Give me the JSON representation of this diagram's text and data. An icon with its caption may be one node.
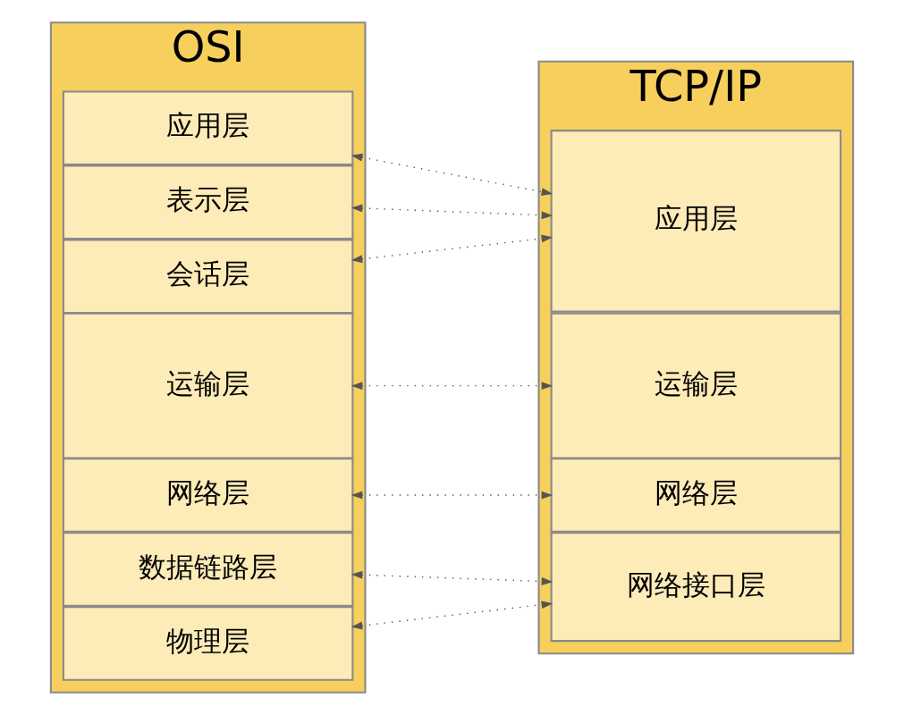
{
  "diagram": {
    "nodes": [
      {
        "text": [
          "OSI"
        ]
      },
      {
        "text": [
          "应用层"
        ],
        "in": 0
      },
      {
        "text": [
          "表示层"
        ],
        "in": 0
      },
      {
        "text": [
          "会话层"
        ],
        "in": 0
      },
      {
        "text": [
          "运输层"
        ],
        "in": 0
      },
      {
        "text": [
          "网络层"
        ],
        "in": 0
      },
      {
        "text": [
          "数据链路层"
        ],
        "in": 0
      },
      {
        "text": [
          "物理层"
        ],
        "in": 0
      },
      {
        "text": [
          "TCP/IP"
        ]
      },
      {
        "text": [
          "应用层"
        ],
        "in": 8
      },
      {
        "text": [
          "运输层"
        ],
        "in": 8
      },
      {
        "text": [
          "网络层"
        ],
        "in": 8
      },
      {
        "text": [
          "网络接口层"
        ],
        "in": 8
      }
    ],
    "edges": [
      {
        "from": 1,
        "to": 9,
        "arrow": "both",
        "style": "dashed"
      },
      {
        "from": 2,
        "to": 9,
        "arrow": "both",
        "style": "dashed"
      },
      {
        "from": 3,
        "to": 9,
        "arrow": "both",
        "style": "dashed"
      },
      {
        "from": 4,
        "to": 10,
        "arrow": "both",
        "style": "dashed"
      },
      {
        "from": 5,
        "to": 11,
        "arrow": "both",
        "style": "dashed"
      },
      {
        "from": 6,
        "to": 12,
        "arrow": "both",
        "style": "dashed"
      },
      {
        "from": 7,
        "to": 12,
        "arrow": "both",
        "style": "dashed"
      }
    ]
  }
}
